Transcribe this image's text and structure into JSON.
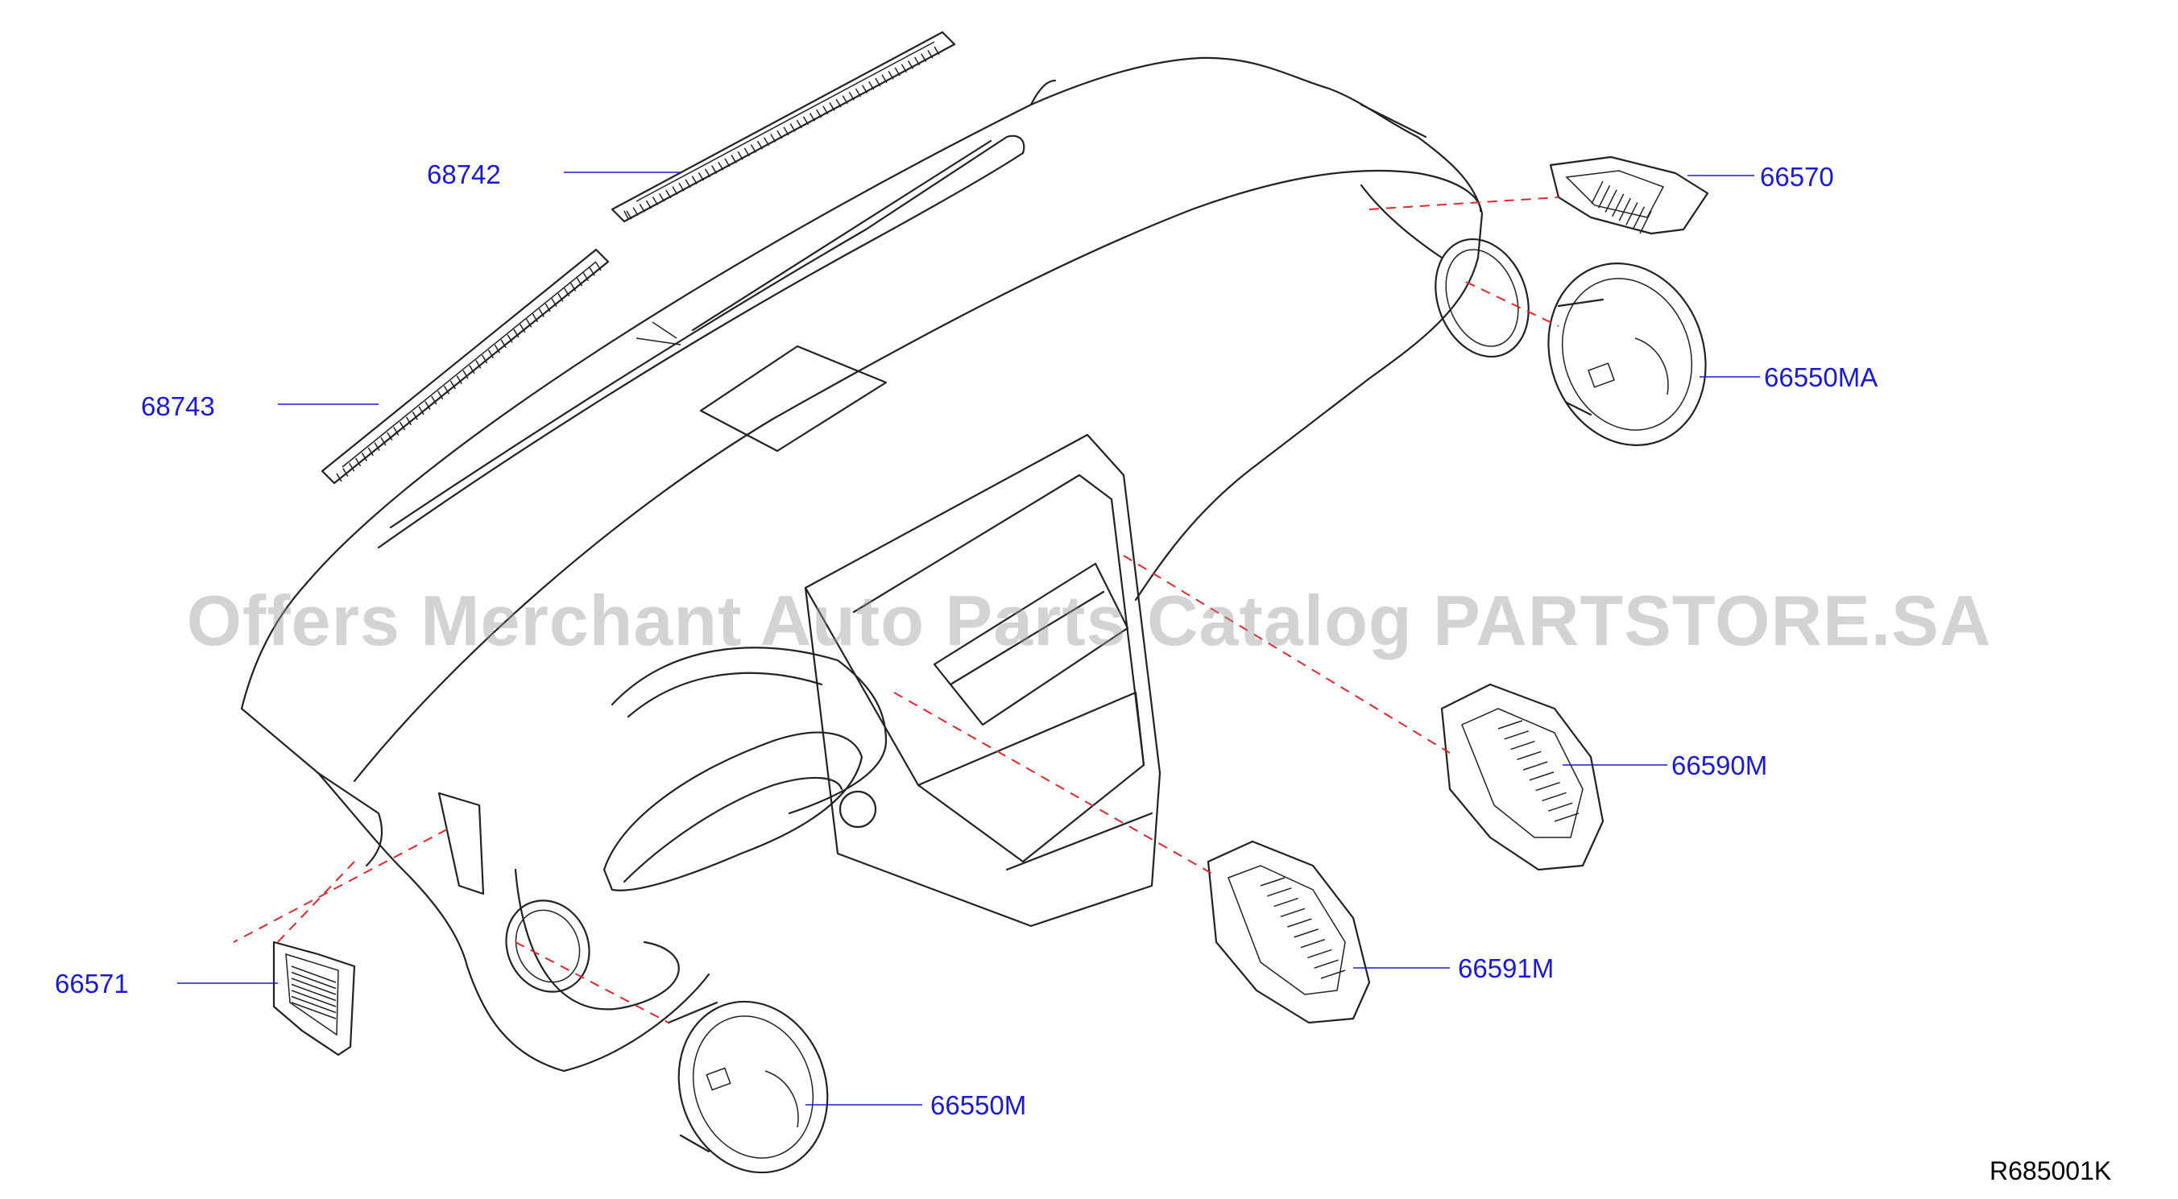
{
  "colors": {
    "label": "#1a1ad6",
    "leader": "#1a1ad6",
    "guide_dash": "#e0282c",
    "outline": "#222222",
    "watermark": "#969696"
  },
  "watermark": "Offers Merchant Auto Parts Catalog PARTSTORE.SA",
  "diagram_ref": "R685001K",
  "callouts": [
    {
      "id": "68742",
      "text": "68742"
    },
    {
      "id": "68743",
      "text": "68743"
    },
    {
      "id": "66570",
      "text": "66570"
    },
    {
      "id": "66550MA",
      "text": "66550MA"
    },
    {
      "id": "66590M",
      "text": "66590M"
    },
    {
      "id": "66591M",
      "text": "66591M"
    },
    {
      "id": "66571",
      "text": "66571"
    },
    {
      "id": "66550M",
      "text": "66550M"
    }
  ]
}
